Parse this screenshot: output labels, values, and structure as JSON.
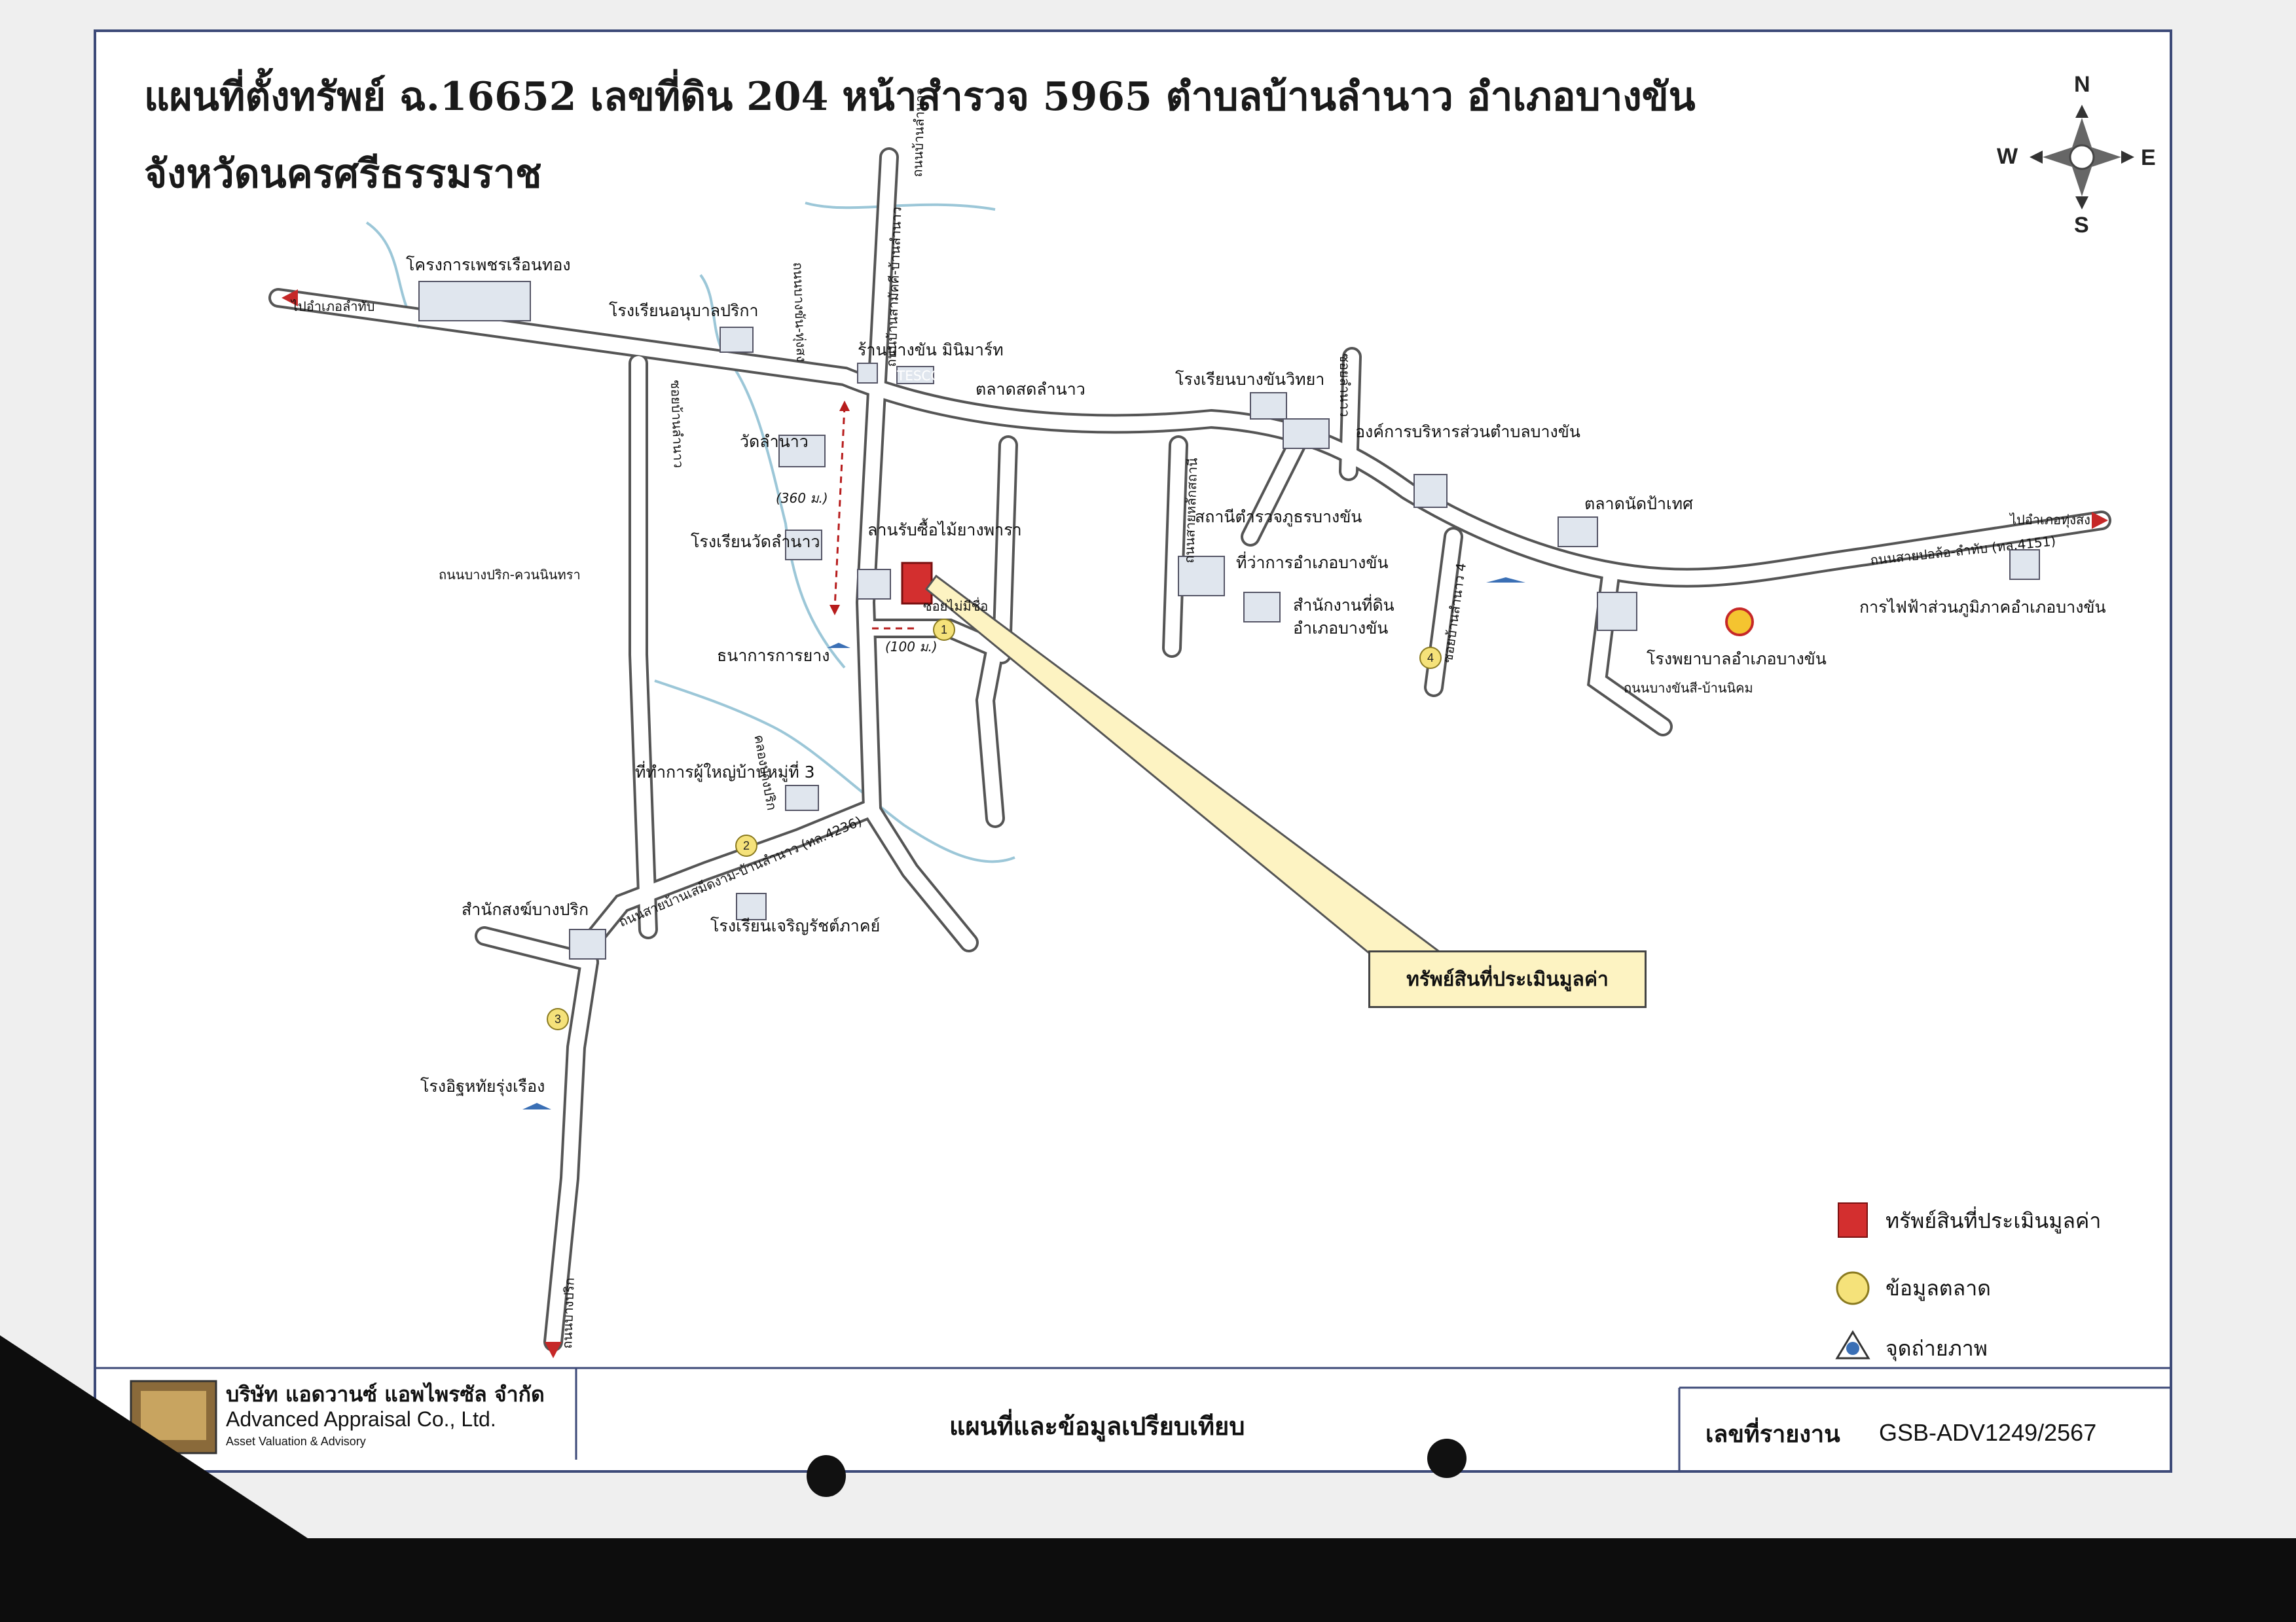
{
  "title": {
    "line1": "แผนที่ตั้งทรัพย์ ฉ.16652 เลขที่ดิน 204 หน้าสำรวจ 5965 ตำบลบ้านลำนาว อำเภอบางขัน",
    "line2": "จังหวัดนครศรีธรรมราช"
  },
  "compass": {
    "n": "N",
    "s": "S",
    "e": "E",
    "w": "W"
  },
  "map": {
    "labels": {
      "to_lam_thap": "ไปอำเภอลำทับ",
      "to_thung_song": "ไปอำเภอทุ่งสง",
      "phet_ruean_thong": "โครงการเพชรเรือนทอง",
      "anuban_parika": "โรงเรียนอนุบาลปริกา",
      "bang_khan_minimart": "ร้านบางขัน มินิมาร์ท",
      "tesco": "TESCO Lotus",
      "fresh_market": "ตลาดสดลำนาว",
      "bang_khan_school": "โรงเรียนบางขันวิทยา",
      "sao_bang_khan": "องค์การบริหารส่วนตำบลบางขัน",
      "wat_lam_nao": "วัดลำนาว",
      "wat_lam_nao_school": "โรงเรียนวัดลำนาว",
      "rubber_yard": "ลานรับซื้อไม้ยางพารา",
      "police": "สถานีตำรวจภูธรบางขัน",
      "market_nat": "ตลาดนัดป้าเทศ",
      "district_office": "ที่ว่าการอำเภอบางขัน",
      "land_office_1": "สำนักงานที่ดิน",
      "land_office_2": "อำเภอบางขัน",
      "road_4151": "ถนนสายปอล้อ-ลำทับ (ทล.4151)",
      "pea": "การไฟฟ้าส่วนภูมิภาคอำเภอบางขัน",
      "hospital": "โรงพยาบาลอำเภอบางขัน",
      "road_bang_khan_si": "ถนนบางขันสี-บ้านนิคม",
      "road_bang_prik": "ถนนบางปริก-ควนนินทรา",
      "baac": "ธนาการการยาง",
      "headman_office": "ที่ทำการผู้ใหญ่บ้านหมู่ที่ 3",
      "road_4236": "ถนนสายบ้านเสม็ดงาม-บ้านลำนาว (ทล.4236)",
      "charoen_school": "โรงเรียนเจริญรัชต์ภาคย์",
      "monk_office": "สำนักสงฆ์บางปริก",
      "factory": "โรงอิฐหทัยรุ่งเรือง",
      "dist_360": "(360 ม.)",
      "dist_100": "(100 ม.)",
      "lane_right": "ซอยไม่มีชื่อ",
      "north_road": "ถนนบ้านสามัคคี-บ้านลำนาว",
      "road_lam_nao": "ถนนบ้านลำนาว",
      "khlong": "คลองบางปริก",
      "lane_side": "ซอยบ้านลำนาว",
      "lane_chainlao": "ถนนบางขัน-ทุ่งสง",
      "lane_police": "ถนนสายหลักสถานี",
      "lane_4": "ซอยบ้านลำนาว 4",
      "lane_south": "ถนนบางปริก",
      "lane_right2": "ซอยลำนาว"
    },
    "points": [
      "1",
      "2",
      "3",
      "4"
    ],
    "callout": "ทรัพย์สินที่ประเมินมูลค่า"
  },
  "legend": {
    "subject": "ทรัพย์สินที่ประเมินมูลค่า",
    "market": "ข้อมูลตลาด",
    "photo": "จุดถ่ายภาพ"
  },
  "colors": {
    "subject": "#d32f2f",
    "market": "#f5e27a",
    "frame": "#3d4a78"
  },
  "footer": {
    "company_th": "บริษัท แอดวานซ์ แอพไพรซัล จำกัด",
    "company_en": "Advanced Appraisal Co., Ltd.",
    "company_tag": "Asset Valuation & Advisory",
    "center_title": "แผนที่และข้อมูลเปรียบเทียบ",
    "report_label": "เลขที่รายงาน",
    "report_no": "GSB-ADV1249/2567"
  }
}
